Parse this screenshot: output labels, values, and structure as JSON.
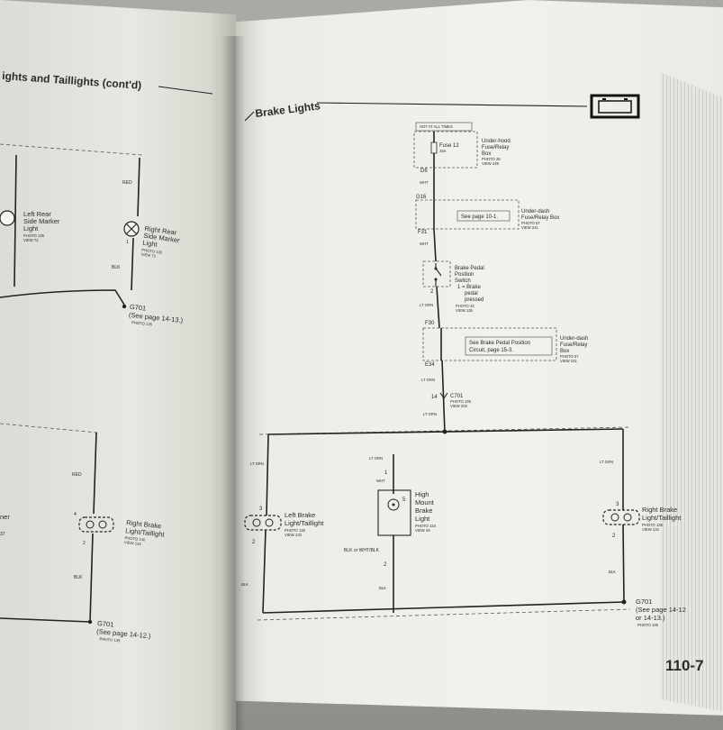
{
  "left_page": {
    "header": "ights and Taillights (cont'd)",
    "wire_red_top": "RED",
    "wire_blk_top": "BLK",
    "left_marker": {
      "title": [
        "Left Rear",
        "Side Marker",
        "Light"
      ],
      "photo": "PHOTO 135",
      "view": "VIEW 72"
    },
    "right_marker": {
      "pin": "1",
      "title": [
        "Right Rear",
        "Side Marker",
        "Light"
      ],
      "photo": "PHOTO 135",
      "view": "VIEW 72"
    },
    "ground_top": {
      "label": "G701",
      "ref": "(See page 14-13.)",
      "photo": "PHOTO 135"
    },
    "partial_left_text": [
      "ner",
      "37"
    ],
    "wire_red_bottom": "RED",
    "wire_blk_bottom": "BLK",
    "right_brake": {
      "pin_top": "4",
      "pin_bottom": "2",
      "title": [
        "Right Brake",
        "Light/Taillight"
      ],
      "photo": "PHOTO 136",
      "view": "VIEW 134"
    },
    "ground_bottom": {
      "label": "G701",
      "ref": "(See page 14-12.)",
      "photo": "PHOTO 135"
    }
  },
  "right_page": {
    "header": "Brake Lights",
    "hot_label": "HOT AT ALL TIMES",
    "fuse": {
      "label": "Fuse 12",
      "amps": "15A"
    },
    "underhood_box": {
      "title": [
        "Under-hood",
        "Fuse/Relay",
        "Box"
      ],
      "photo": "PHOTO 28",
      "view": "VIEW 249"
    },
    "conn_d6": "D6",
    "wire_wht_1": "WHT",
    "conn_g16": "G16",
    "underdash_box_1": {
      "note": "See page 10-1.",
      "title": [
        "Under-dash",
        "Fuse/Relay Box"
      ],
      "photo": "PHOTO 57",
      "view": "VIEW 241"
    },
    "conn_f31": "F31",
    "wire_wht_2": "WHT",
    "switch": {
      "title": [
        "Brake Pedal",
        "Position",
        "Switch"
      ],
      "note": [
        "1 = Brake",
        "pedal",
        "pressed"
      ],
      "pin_bottom": "2",
      "photo": "PHOTO 43",
      "view": "VIEW 135"
    },
    "wire_ltgrn_1": "LT GRN",
    "conn_f30": "F30",
    "underdash_box_2": {
      "note": [
        "See Brake Pedal Position",
        "Circuit, page 15-3."
      ],
      "title": [
        "Under-dash",
        "Fuse/Relay",
        "Box"
      ],
      "photo": "PHOTO 57",
      "view": "VIEW 241"
    },
    "conn_e34": "E34",
    "wire_ltgrn_2": "LT GRN",
    "c701": {
      "pin": "14",
      "label": "C701",
      "photo": "PHOTO 136",
      "view": "VIEW 203"
    },
    "wire_ltgrn_3": "LT GRN",
    "left_brake": {
      "wire": "LT GRN",
      "pin_top": "3",
      "pin_bottom": "2",
      "title": [
        "Left Brake",
        "Light/Taillight"
      ],
      "photo": "PHOTO 136",
      "view": "VIEW 133"
    },
    "left_blk": "BLK",
    "high_mount": {
      "wire_top": "LT GRN",
      "pin_top": "1",
      "wire_wht": "WHT",
      "pin_side": "5",
      "title": [
        "High",
        "Mount",
        "Brake",
        "Light"
      ],
      "photo": "PHOTO 134",
      "view": "VIEW 49",
      "wire_bottom": "BLK or WHT/BLK",
      "pin_bottom": "2",
      "wire_blk": "BLK"
    },
    "right_brake": {
      "wire": "LT GRN",
      "pin_top": "3",
      "pin_bottom": "2",
      "title": [
        "Right Brake",
        "Light/Taillight"
      ],
      "photo": "PHOTO 136",
      "view": "VIEW 134"
    },
    "right_blk": "BLK",
    "ground": {
      "label": "G701",
      "ref": [
        "(See page 14-12",
        "or 14-13.)"
      ],
      "photo": "PHOTO 135"
    },
    "page_number": "110-7"
  }
}
